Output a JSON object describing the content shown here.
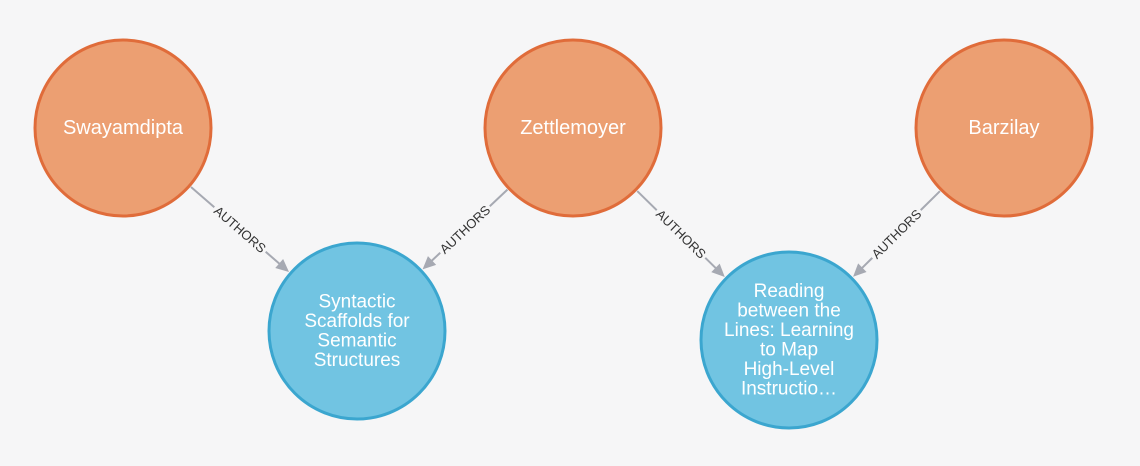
{
  "colors": {
    "author_fill": "#ec9f72",
    "author_stroke": "#e06c3a",
    "paper_fill": "#71c4e2",
    "paper_stroke": "#3ba6cf",
    "edge": "#a6a9b2",
    "background": "#f6f6f7"
  },
  "nodes": [
    {
      "id": "swayamdipta",
      "kind": "author",
      "lines": [
        "Swayamdipta"
      ]
    },
    {
      "id": "zettlemoyer",
      "kind": "author",
      "lines": [
        "Zettlemoyer"
      ]
    },
    {
      "id": "barzilay",
      "kind": "author",
      "lines": [
        "Barzilay"
      ]
    },
    {
      "id": "paper-syntactic-scaffolds",
      "kind": "paper",
      "lines": [
        "Syntactic",
        "Scaffolds for",
        "Semantic",
        "Structures"
      ]
    },
    {
      "id": "paper-reading-between-lines",
      "kind": "paper",
      "lines": [
        "Reading",
        "between the",
        "Lines: Learning",
        "to Map",
        "High-Level",
        "Instructio…"
      ]
    }
  ],
  "edges": [
    {
      "from": "swayamdipta",
      "to": "paper-syntactic-scaffolds",
      "label": "AUTHORS"
    },
    {
      "from": "zettlemoyer",
      "to": "paper-syntactic-scaffolds",
      "label": "AUTHORS"
    },
    {
      "from": "zettlemoyer",
      "to": "paper-reading-between-lines",
      "label": "AUTHORS"
    },
    {
      "from": "barzilay",
      "to": "paper-reading-between-lines",
      "label": "AUTHORS"
    }
  ]
}
